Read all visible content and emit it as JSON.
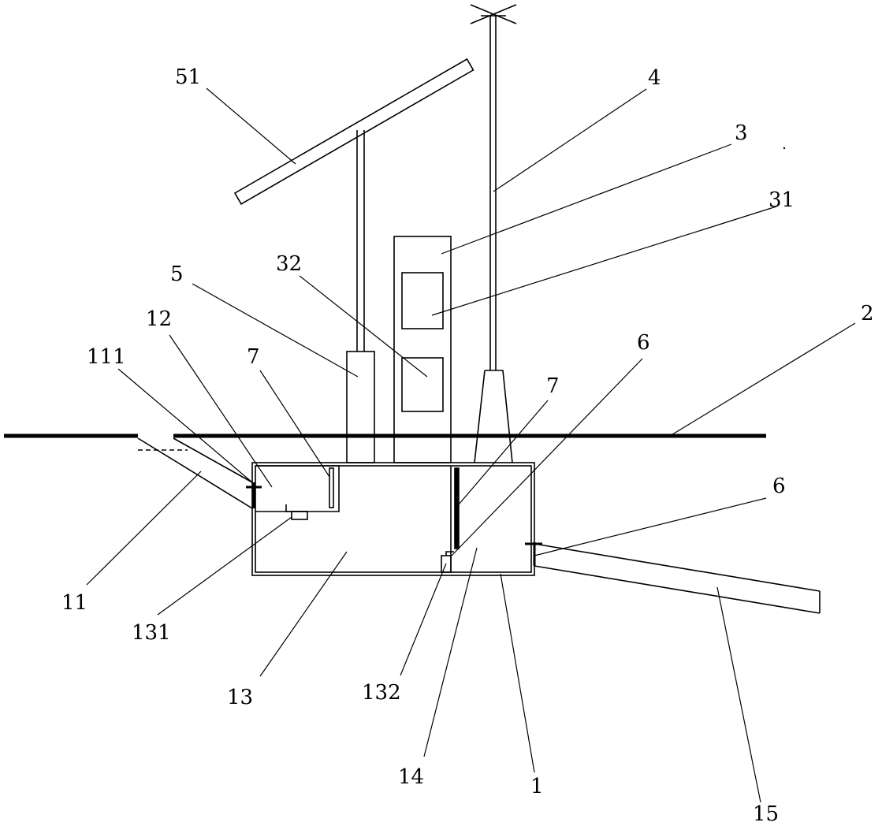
{
  "labels": {
    "l51": "51",
    "l4": "4",
    "l3": "3",
    "l31": "31",
    "l32": "32",
    "l5": "5",
    "l12": "12",
    "l111": "111",
    "l7a": "7",
    "l7b": "7",
    "l6a": "6",
    "l6b": "6",
    "l2": "2",
    "l11": "11",
    "l131": "131",
    "l13": "13",
    "l132": "132",
    "l14": "14",
    "l1": "1",
    "l15": "15"
  }
}
